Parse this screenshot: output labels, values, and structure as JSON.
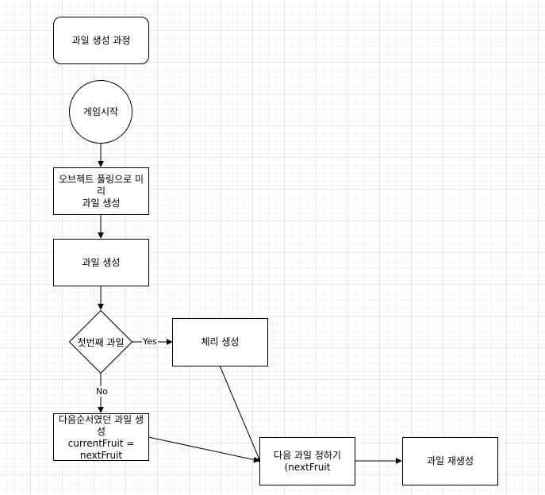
{
  "diagram": {
    "title": "과일 생성 과정",
    "nodes": {
      "start": "게임시작",
      "pooling": "오브젝트 풀링으로 미리\n과일 생성",
      "create": "과일 생성",
      "decision": "첫번째 과일",
      "cherry": "체리 생성",
      "next_order": "다음순서였던 과일 생성\ncurrentFruit =\nnextFruit",
      "decide_next": "다음 과일 정하기\n(nextFruit",
      "regen": "과일 재생성"
    },
    "edge_labels": {
      "yes": "Yes",
      "no": "No"
    }
  }
}
